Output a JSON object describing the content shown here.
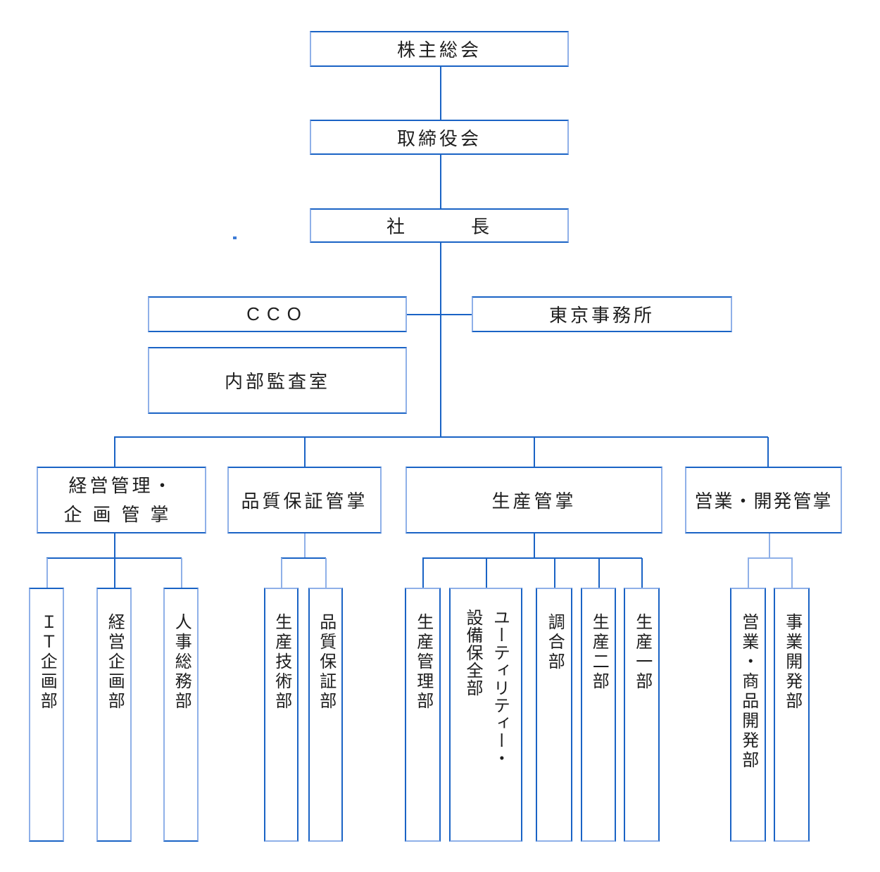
{
  "chart": {
    "colors": {
      "line_dark": "#1A63C5",
      "line_light": "#8FB0E8",
      "text": "#1E1E1E",
      "background": "#FFFFFF"
    },
    "nodes": {
      "shareholders_meeting": "株主総会",
      "board_of_directors": "取締役会",
      "president": "社　　　長",
      "cco": "CCO",
      "tokyo_office": "東京事務所",
      "internal_audit_office": "内部監査室"
    },
    "divisions": [
      {
        "label_line1": "経営管理・",
        "label_line2": "企画管掌",
        "departments": [
          {
            "label": "ＩＴ企画部"
          },
          {
            "label": "経営企画部"
          },
          {
            "label": "人事総務部"
          }
        ]
      },
      {
        "label": "品質保証管掌",
        "departments": [
          {
            "label": "生産技術部"
          },
          {
            "label": "品質保証部"
          }
        ]
      },
      {
        "label": "生産管掌",
        "departments": [
          {
            "label": "生産管理部"
          },
          {
            "label": "ユーティリティー・\n設備保全部"
          },
          {
            "label": "調合部"
          },
          {
            "label": "生産二部"
          },
          {
            "label": "生産一部"
          }
        ]
      },
      {
        "label": "営業・開発管掌",
        "departments": [
          {
            "label": "営業・商品開発部"
          },
          {
            "label": "事業開発部"
          }
        ]
      }
    ]
  }
}
